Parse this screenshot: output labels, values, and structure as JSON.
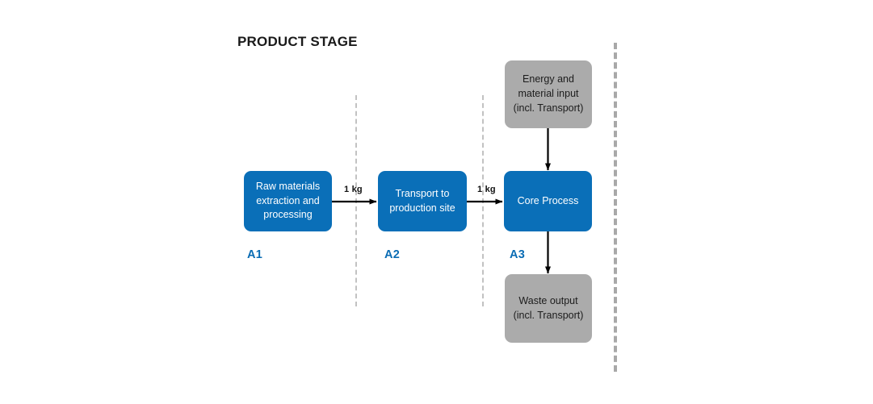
{
  "diagram": {
    "title": "PRODUCT STAGE",
    "type": "life-cycle-assessment-flow",
    "accent_blue": "#0a6fb8",
    "node_gray": "#ababab",
    "label_blue": "#0a6cb4",
    "divider_light_gray": "#c2c2c2",
    "divider_boundary_gray": "#a8a8a8",
    "arrow_color": "#000000"
  },
  "nodes": {
    "a1": {
      "label": "Raw materials\nextraction and\nprocessing",
      "stage_code": "A1",
      "color": "#0a6fb8"
    },
    "a2": {
      "label": "Transport to\nproduction site",
      "stage_code": "A2",
      "color": "#0a6fb8"
    },
    "a3": {
      "label": "Core Process",
      "stage_code": "A3",
      "color": "#0a6fb8"
    },
    "energy_input": {
      "label": "Energy and\nmaterial input\n(incl. Transport)",
      "color": "#ababab"
    },
    "waste_output": {
      "label": "Waste output\n(incl. Transport)",
      "color": "#ababab"
    }
  },
  "flows": [
    {
      "from": "a1",
      "to": "a2",
      "label": "1 kg",
      "direction": "right"
    },
    {
      "from": "a2",
      "to": "a3",
      "label": "1 kg",
      "direction": "right"
    },
    {
      "from": "energy_input",
      "to": "a3",
      "label": "",
      "direction": "down"
    },
    {
      "from": "a3",
      "to": "waste_output",
      "label": "",
      "direction": "down"
    }
  ],
  "flow_labels": {
    "a1_a2": "1 kg",
    "a2_a3": "1 kg"
  },
  "dividers": [
    {
      "name": "divider-a1-a2",
      "style": "dashed",
      "color": "#c2c2c2"
    },
    {
      "name": "divider-a2-a3",
      "style": "dashed",
      "color": "#c2c2c2"
    },
    {
      "name": "divider-stage-boundary",
      "style": "dashed",
      "color": "#a8a8a8"
    }
  ]
}
